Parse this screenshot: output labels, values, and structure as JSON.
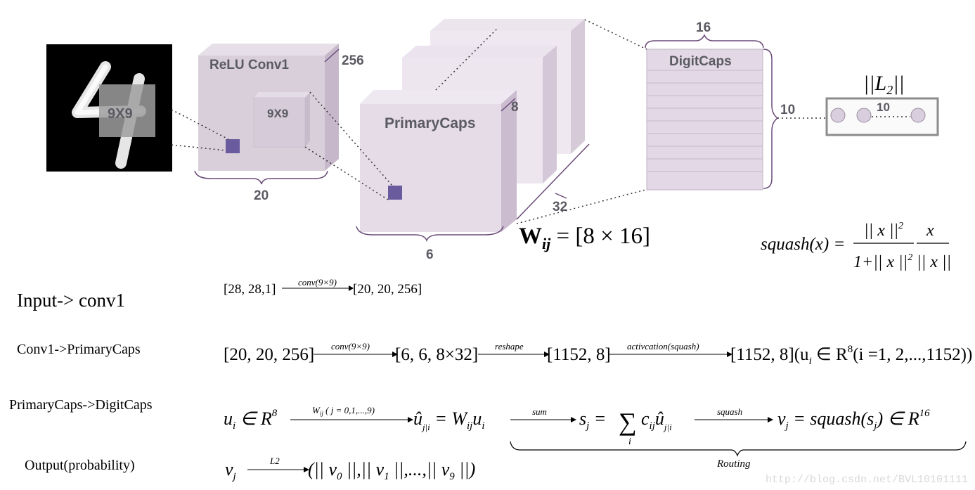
{
  "diagram": {
    "input_block": {
      "kernel_label": "9X9"
    },
    "conv1_block": {
      "title": "ReLU Conv1",
      "kernel_label": "9X9",
      "depth_label": "256",
      "width_label": "20"
    },
    "primarycaps_block": {
      "title": "PrimaryCaps",
      "depth_label": "8",
      "width_label": "6",
      "count_label": "32"
    },
    "digitcaps_block": {
      "title": "DigitCaps",
      "width_label": "16",
      "height_label": "10"
    },
    "output_block": {
      "norm_label": "||L",
      "norm_sub": "2",
      "norm_close": "||",
      "count_label": "10"
    },
    "weight_label": {
      "main": "W",
      "sub": "ij",
      "rest": " = [8 × 16]"
    },
    "squash_formula": {
      "lhs": "squash(x) =",
      "num1": "|| x ||",
      "num1_sup": "2",
      "den1": "1+|| x ||",
      "den1_sup": "2",
      "num2": "x",
      "den2": "|| x ||"
    }
  },
  "rows": [
    {
      "label": "Input-> conv1",
      "equation": {
        "in": "[28, 28,1]",
        "op": "conv(9×9)",
        "out": "[20, 20, 256]"
      }
    },
    {
      "label": "Conv1->PrimaryCaps",
      "equation": {
        "t1": "[20, 20, 256]",
        "op1": "conv(9×9)",
        "t2": "[6, 6, 8×32]",
        "op2": "reshape",
        "t3": "[1152, 8]",
        "op3": "activcation(squash)",
        "t4": "[1152, 8](u",
        "t4_sub": "i",
        "t4_rest": " ∈ R",
        "t4_sup": "8",
        "t4_tail": "(i =1, 2,...,1152))"
      }
    },
    {
      "label": "PrimaryCaps->DigitCaps",
      "equation": {
        "u": "u",
        "u_sub": "i",
        "in_r": " ∈ R",
        "r_sup": "8",
        "op1": "W",
        "op1_sub": "ij",
        "op1_rest": " ( j = 0,1,...,9)",
        "uhat": "û",
        "uhat_sub": "j|i",
        "eq": " = W",
        "w_sub": "ij",
        "u2": "u",
        "u2_sub": "i",
        "op2": "sum",
        "s": "s",
        "s_sub": "j",
        "eq2": " =",
        "sigma": "∑",
        "sigma_sub": "i",
        "c": " c",
        "c_sub": "ij",
        "uhat2": "û",
        "uhat2_sub": "j|i",
        "op3": "squash",
        "v": "v",
        "v_sub": "j",
        "eq3": " = squash(s",
        "s2_sub": "j",
        "tail": ") ∈ R",
        "tail_sup": "16",
        "brace_label": "Routing"
      }
    },
    {
      "label": "Output(probability)",
      "equation": {
        "v": "v",
        "v_sub": "j",
        "op": "L2",
        "o1": "(|| v",
        "o1_sub": "0",
        "o2": " ||,|| v",
        "o2_sub": "1",
        "o3": " ||,...,|| v",
        "o3_sub": "9",
        "o4": " ||)"
      }
    }
  ],
  "watermark": "http://blog.csdn.net/BVL10101111",
  "colors": {
    "block_fill": "#d9ccdd",
    "block_top": "#ebe2ee",
    "block_side": "#c9b9cf",
    "patch": "#6a5a9e",
    "brace": "#6a4a78"
  }
}
